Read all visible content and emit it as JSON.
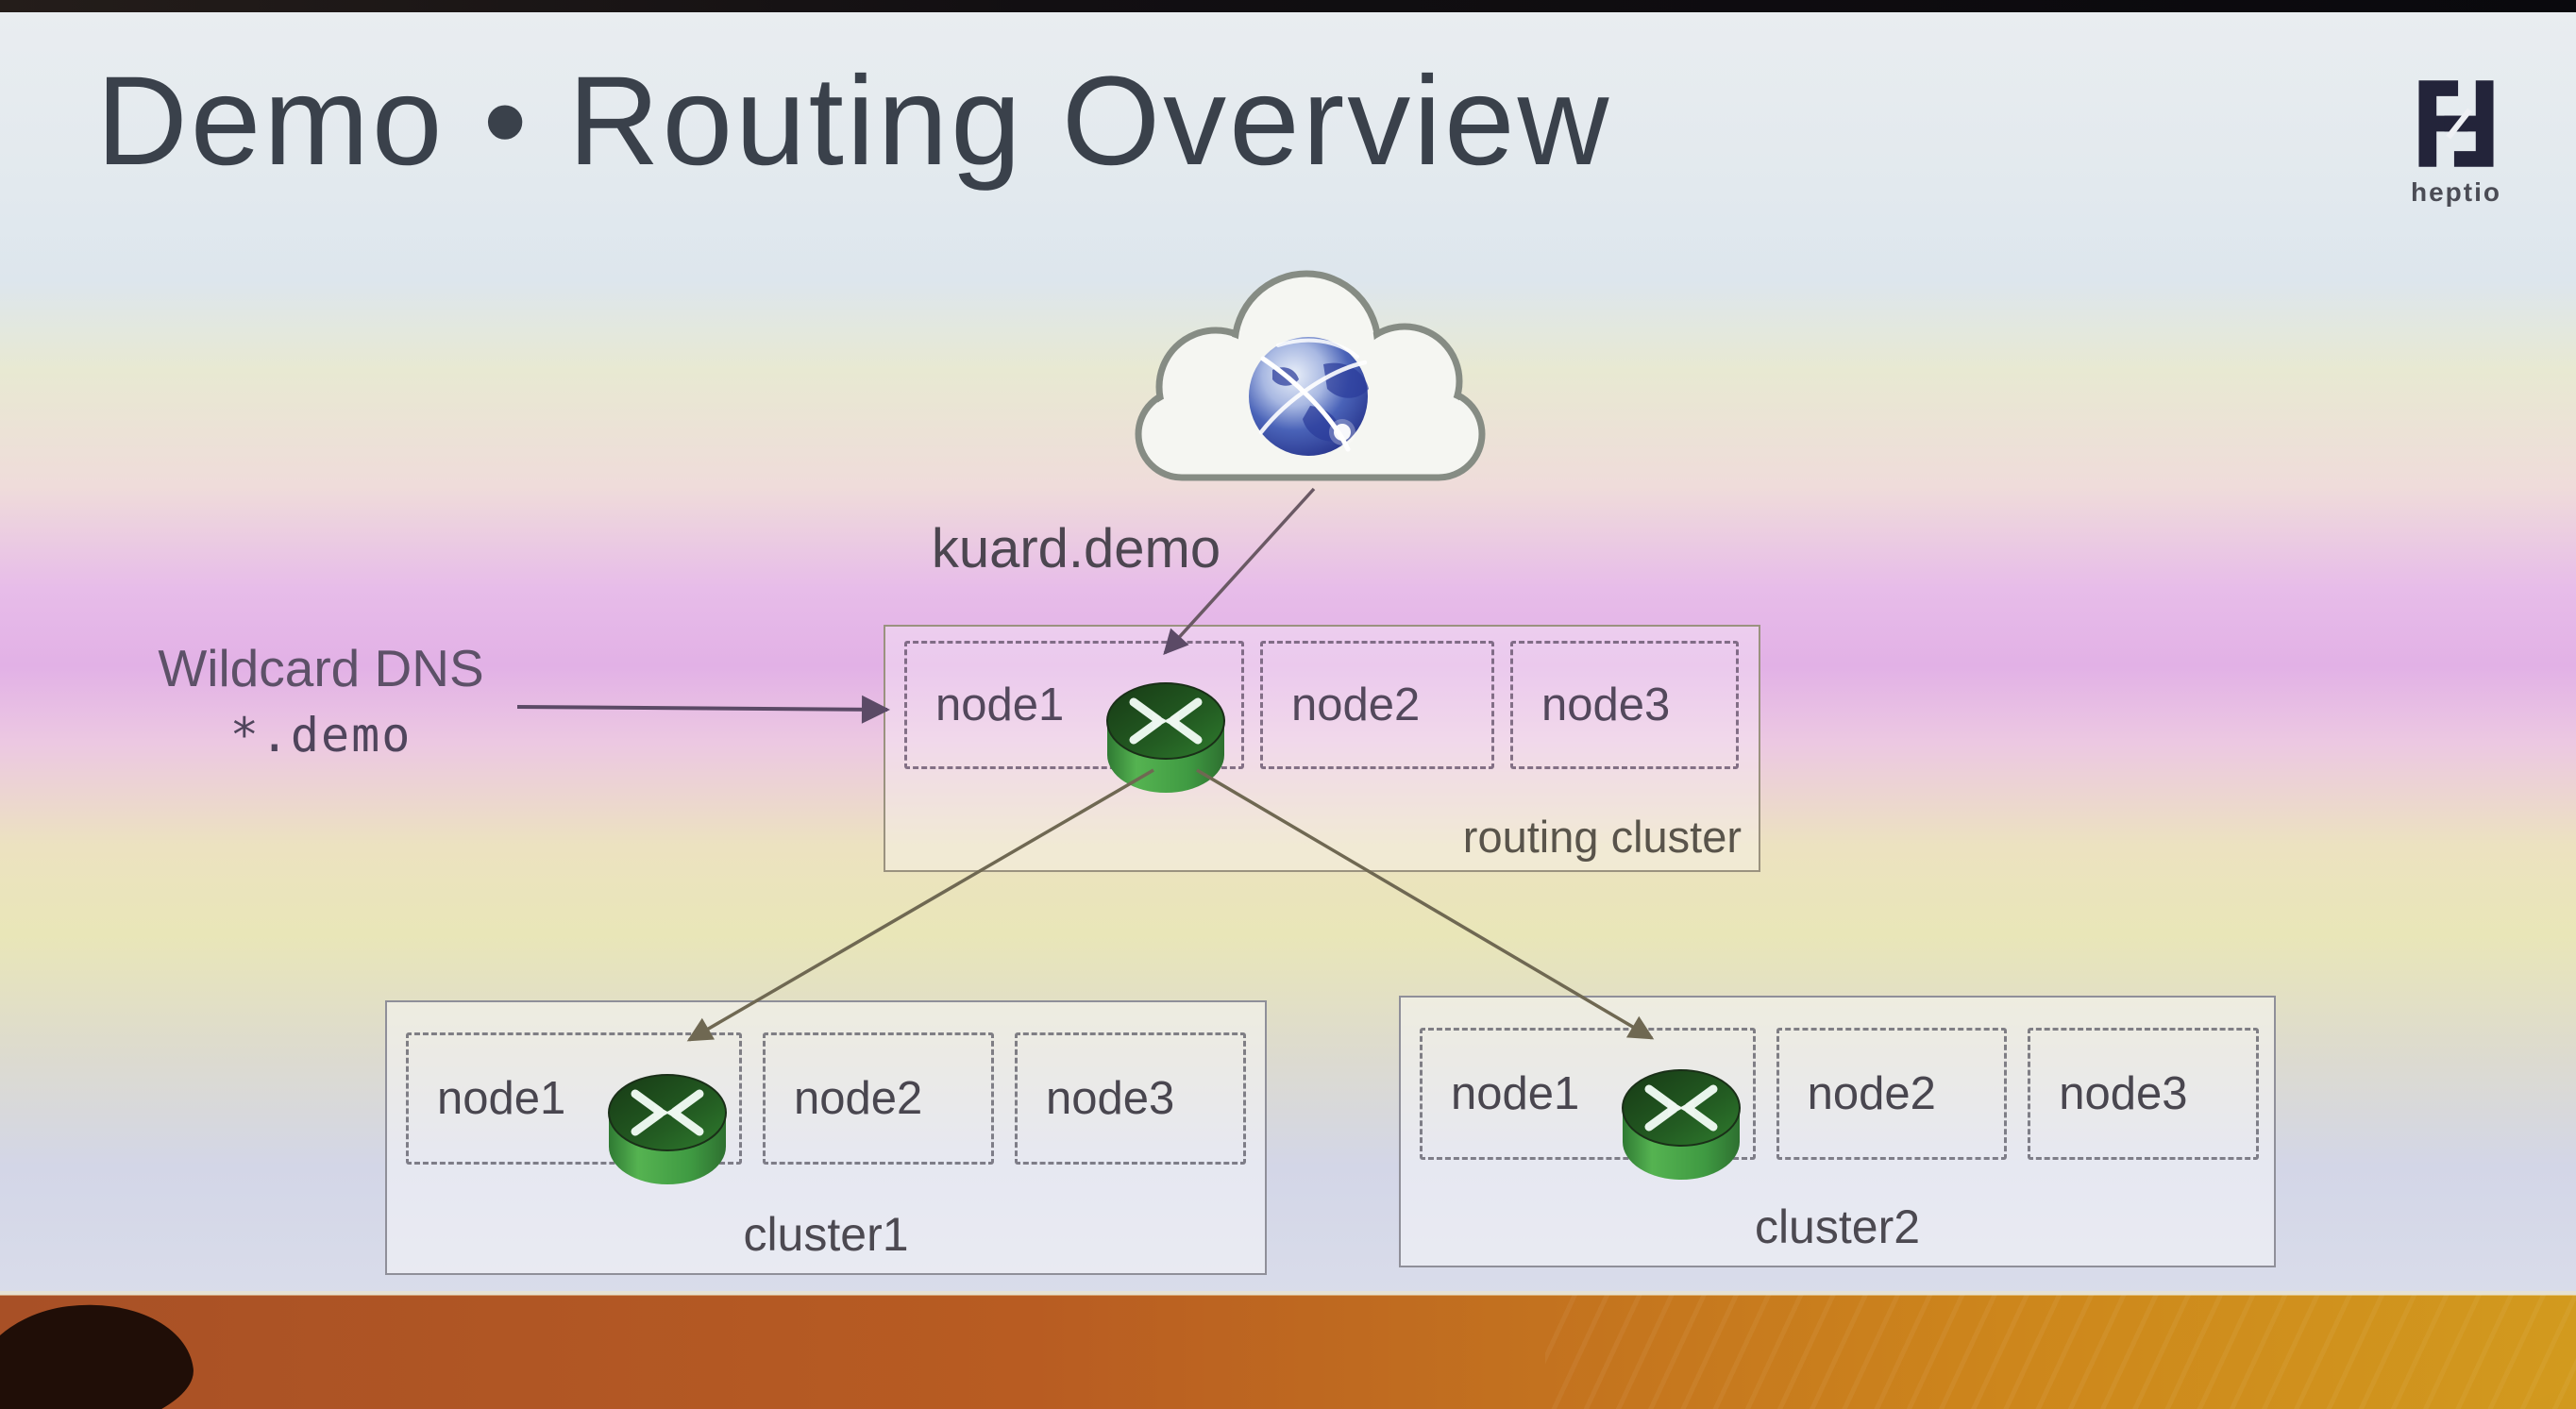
{
  "slide": {
    "title": "Demo • Routing Overview",
    "brand": {
      "name": "heptio"
    },
    "cloud": {
      "label": "kuard.demo"
    },
    "wildcard_dns": {
      "line1": "Wildcard DNS",
      "line2": "*.demo"
    },
    "routing_cluster": {
      "label": "routing cluster",
      "nodes": [
        "node1",
        "node2",
        "node3"
      ],
      "router_on": "node1"
    },
    "clusters": [
      {
        "label": "cluster1",
        "nodes": [
          "node1",
          "node2",
          "node3"
        ],
        "router_on": "node1"
      },
      {
        "label": "cluster2",
        "nodes": [
          "node1",
          "node2",
          "node3"
        ],
        "router_on": "node1"
      }
    ],
    "colors": {
      "band_lavender": "#e2b1e6",
      "band_yellow": "#e9e6b8",
      "band_blue": "#d3d6e7",
      "wall_orange": "#b85c22",
      "router_green": "#4ea34b",
      "arrow_purple": "#5b4a66",
      "arrow_olive": "#6f6852",
      "logo_navy": "#23243a",
      "title_text": "#3a414b"
    }
  }
}
